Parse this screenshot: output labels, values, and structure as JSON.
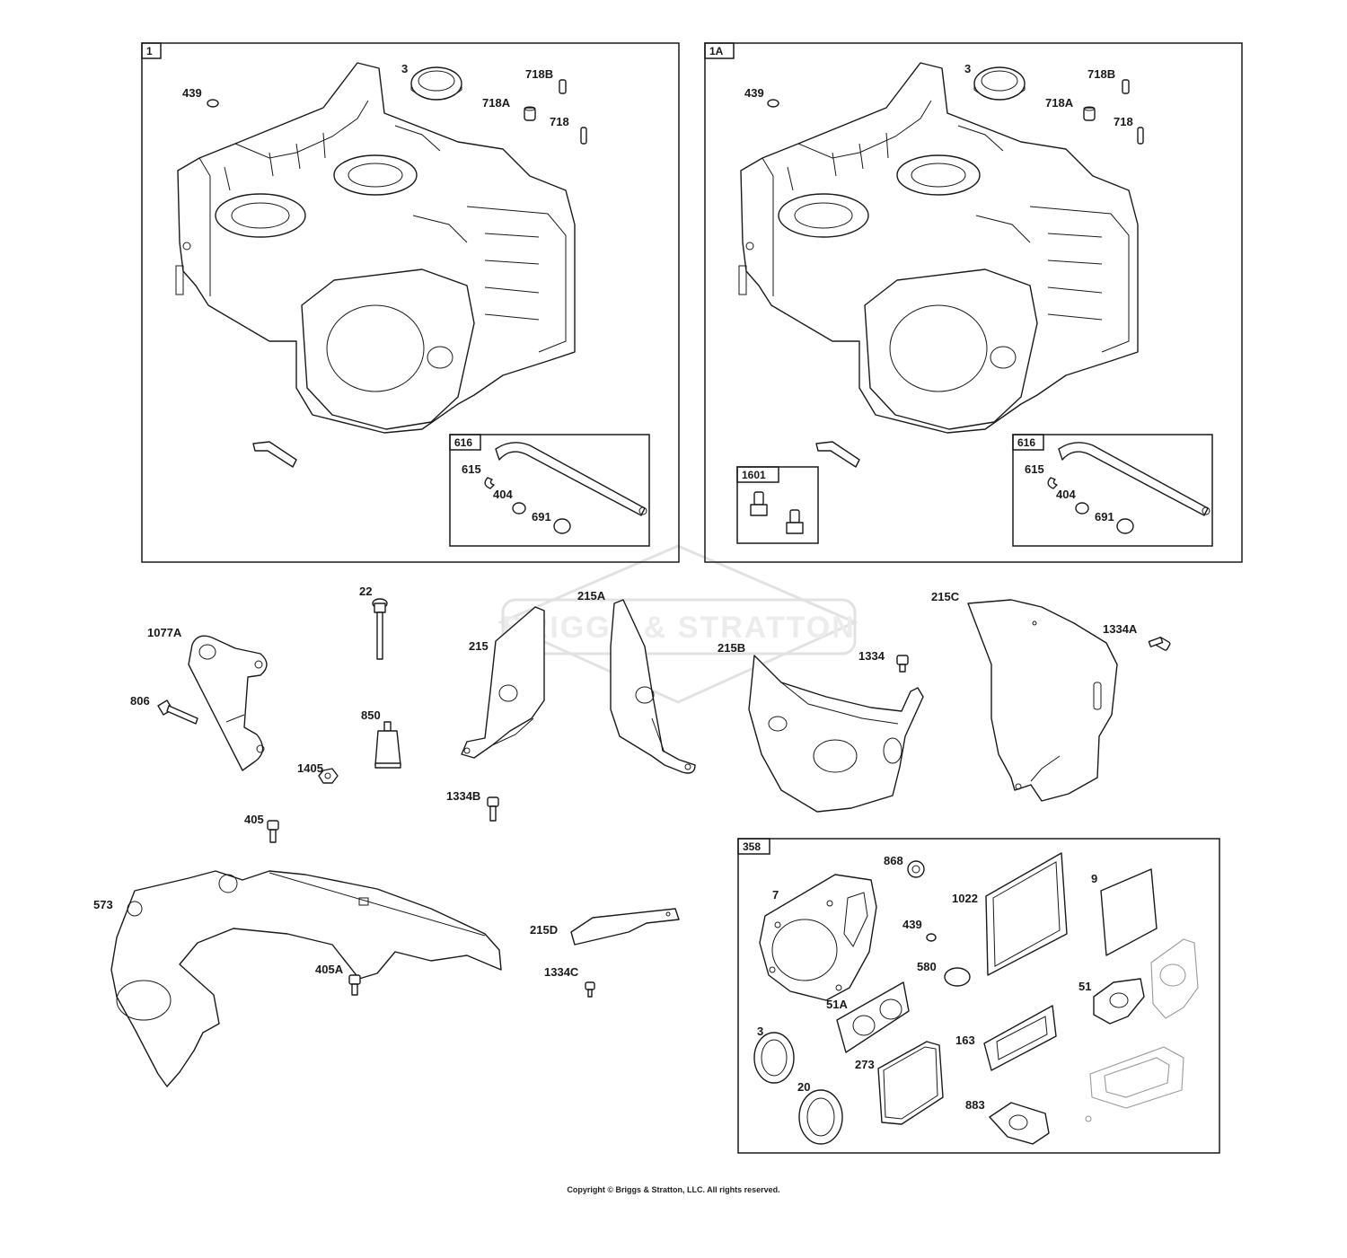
{
  "watermark": "BRIGGS & STRATTON",
  "copyright": "Copyright © Briggs & Stratton, LLC. All rights reserved.",
  "groups": {
    "g1": "1",
    "g1a": "1A",
    "g616a": "616",
    "g616b": "616",
    "g1601": "1601",
    "g358": "358"
  },
  "callouts": {
    "c439a": "439",
    "c3a": "3",
    "c718b_a": "718B",
    "c718a_a": "718A",
    "c718_a": "718",
    "c615a": "615",
    "c404a": "404",
    "c691a": "691",
    "c439b": "439",
    "c3b": "3",
    "c718b_b": "718B",
    "c718a_b": "718A",
    "c718_b": "718",
    "c615b": "615",
    "c404b": "404",
    "c691b": "691",
    "c22": "22",
    "c1077a": "1077A",
    "c806": "806",
    "c850": "850",
    "c1405": "1405",
    "c405": "405",
    "c215a": "215A",
    "c215": "215",
    "c1334b": "1334B",
    "c215c": "215C",
    "c1334a": "1334A",
    "c215b": "215B",
    "c1334": "1334",
    "c573": "573",
    "c405a": "405A",
    "c215d": "215D",
    "c1334c": "1334C",
    "c868": "868",
    "c7": "7",
    "c1022": "1022",
    "c9": "9",
    "c439c": "439",
    "c580": "580",
    "c51": "51",
    "c51a": "51A",
    "c3c": "3",
    "c163": "163",
    "c273": "273",
    "c20": "20",
    "c883": "883"
  }
}
